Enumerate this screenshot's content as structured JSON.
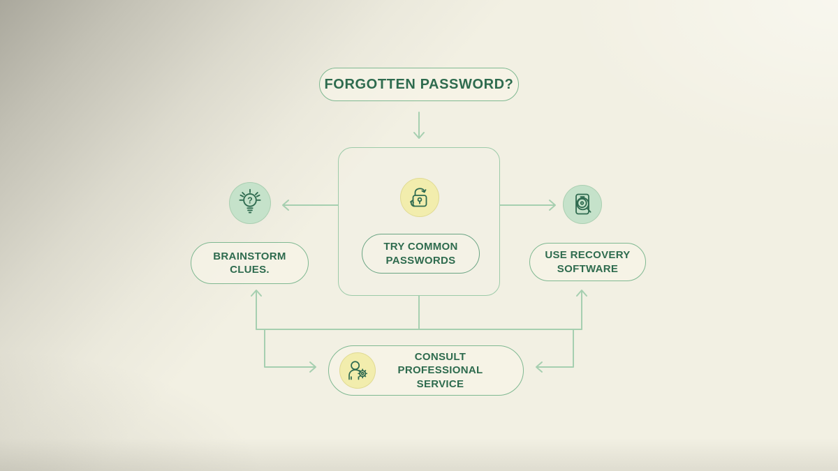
{
  "palette": {
    "bg": "#f2f0e3",
    "shadow": "#68665d",
    "line": "#a6cfb0",
    "pill_border": "#7fb891",
    "inner_pill_border": "#6aa483",
    "box_border": "#9ccaa8",
    "text": "#2e6b4e",
    "circle_green": "#c5e2ca",
    "circle_yellow": "#f2edad",
    "icon_stroke": "#2f6b50"
  },
  "flowchart": {
    "title": "FORGOTTEN PASSWORD?",
    "nodes": {
      "center": {
        "line1": "TRY COMMON",
        "line2": "PASSWORDS",
        "icon": "open-padlock-retry-icon"
      },
      "left": {
        "line1": "BRAINSTORM",
        "line2": "CLUES.",
        "icon": "lightbulb-question-icon",
        "icon_glyph": "?"
      },
      "right": {
        "line1": "USE RECOVERY",
        "line2": "SOFTWARE",
        "icon": "drive-search-icon"
      },
      "bottom": {
        "line1": "CONSULT",
        "line2": "PROFESSIONAL SERVICE",
        "icon": "person-gear-icon"
      }
    }
  }
}
